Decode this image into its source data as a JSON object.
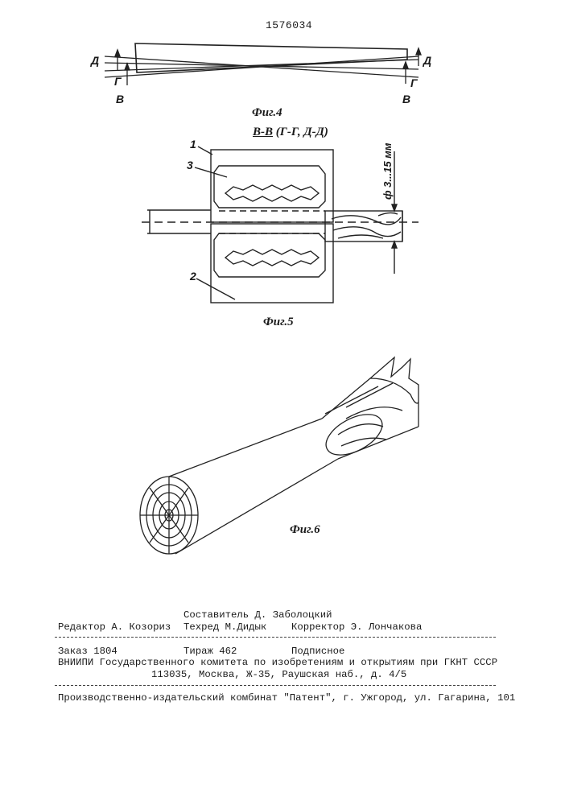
{
  "patent_number": "1576034",
  "fig4": {
    "caption": "Фиг.4",
    "labels": {
      "d": "Д",
      "g": "Г",
      "v": "В"
    }
  },
  "fig5": {
    "caption": "Фиг.5",
    "section_title": "В-В",
    "section_sub": "(Г-Г, Д-Д)",
    "diameter_label": "ф 3...15 мм",
    "part_labels": [
      "1",
      "3",
      "2"
    ]
  },
  "fig6": {
    "caption": "Фиг.6"
  },
  "imprint": {
    "compiler": "Составитель Д. Заболоцкий",
    "editor": "Редактор А. Козориз",
    "techred": "Техред М.Дидык",
    "corrector": "Корректор Э. Лончакова",
    "order": "Заказ 1804",
    "circulation": "Тираж 462",
    "subscription": "Подписное",
    "org": "ВНИИПИ Государственного комитета по изобретениям и открытиям при ГКНТ СССР",
    "address": "113035, Москва, Ж-35, Раушская наб., д. 4/5",
    "publisher": "Производственно-издательский комбинат \"Патент\", г. Ужгород, ул. Гагарина, 101"
  }
}
